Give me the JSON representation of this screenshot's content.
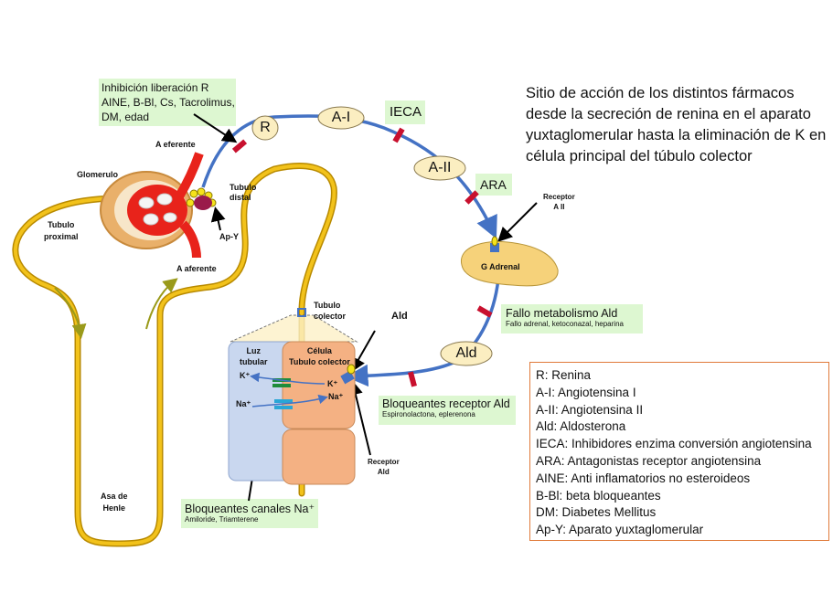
{
  "title": "Sitio de acción de los distintos fármacos desde la secreción de renina en el aparato yuxtaglomerular hasta  la eliminación de K en célula principal del túbulo colector",
  "nodes": {
    "renin": "R",
    "angiotensin1": "A-I",
    "angiotensin2": "A-II",
    "aldosterone": "Ald",
    "adrenal": "G Adrenal"
  },
  "inhibition_labels": {
    "renin_release": {
      "title": "Inhibición liberación R",
      "detail1": "AINE, B-Bl, Cs, Tacrolimus,",
      "detail2": "DM, edad"
    },
    "ieca": "IECA",
    "ara": "ARA",
    "ald_metabolism": {
      "title": "Fallo metabolismo Ald",
      "detail": "Fallo adrenal, ketoconazal, heparina"
    },
    "ald_receptor_blockers": {
      "title": "Bloqueantes receptor Ald",
      "detail": "Espironolactona, eplerenona"
    },
    "na_channel_blockers": {
      "title": "Bloqueantes canales Na⁺",
      "detail": "Amiloride, Triamterene"
    }
  },
  "anatomy": {
    "glomerulo": "Glomerulo",
    "a_eferente": "A eferente",
    "a_aferente": "A aferente",
    "tubulo_distal": "Tubulo\ndistal",
    "tubulo_proximal": "Tubulo\nproximal",
    "ap_y": "Ap-Y",
    "asa_henle": "Asa de\nHenle",
    "tubulo_colector": "Tubulo\ncolector",
    "luz_tubular": "Luz\ntubular",
    "celula_colector": "Célula\nTubulo colector",
    "receptor_a2": "Receptor\nA II",
    "receptor_ald": "Receptor\nAld",
    "ald_label": "Ald",
    "k_left": "K⁺",
    "na_left": "Na⁺",
    "k_right": "K⁺",
    "na_right": "Na⁺"
  },
  "legend": [
    "R: Renina",
    "A-I: Angiotensina I",
    "A-II: Angiotensina II",
    "Ald: Aldosterona",
    "IECA: Inhibidores enzima conversión angiotensina",
    "ARA: Antagonistas receptor angiotensina",
    "AINE: Anti inflamatorios no esteroideos",
    "B-Bl: beta bloqueantes",
    "DM: Diabetes Mellitus",
    "Ap-Y: Aparato yuxtaglomerular"
  ],
  "colors": {
    "pathway": "#4472c4",
    "tubule": "#d9a60a",
    "node_fill": "#fbeec1",
    "block": "#c8102e",
    "label_bg": "#d4f5c6",
    "cell": "#f4b183",
    "lumen": "#c9d7ef",
    "legend_border": "#e07a3a"
  }
}
